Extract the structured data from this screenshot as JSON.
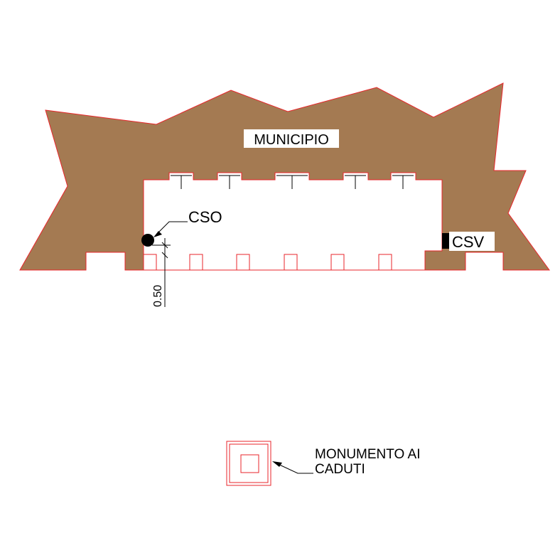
{
  "labels": {
    "municipio": "MUNICIPIO",
    "cso": "CSO",
    "csv": "CSV",
    "dimension": "0.50",
    "monument_line1": "MONUMENTO AI",
    "monument_line2": "CADUTI"
  },
  "colors": {
    "building_fill": "#a47a52",
    "outline_red": "#e8262b",
    "text": "#000000",
    "label_bg": "#ffffff"
  }
}
